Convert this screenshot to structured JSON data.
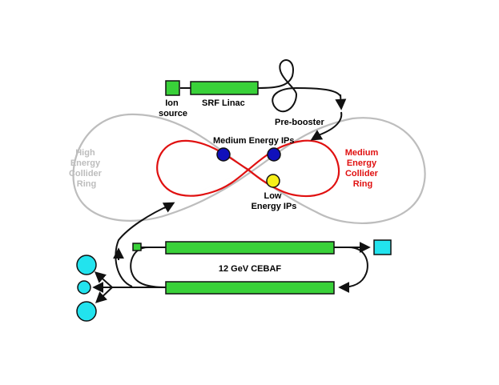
{
  "colors": {
    "green": "#39d139",
    "cyan": "#22e3ee",
    "blue": "#1010bb",
    "yellow": "#f7ef1a",
    "red": "#e01010",
    "gray": "#bdbdbd",
    "black": "#111111"
  },
  "labels": {
    "ion_source": [
      "Ion",
      "source"
    ],
    "srf_linac": "SRF Linac",
    "pre_booster": "Pre-booster",
    "medium_energy_ips": "Medium Energy IPs",
    "low_energy_ips": [
      "Low",
      "Energy IPs"
    ],
    "high_energy_ring": [
      "High",
      "Energy",
      "Collider",
      "Ring"
    ],
    "medium_energy_ring": [
      "Medium",
      "Energy",
      "Collider",
      "Ring"
    ],
    "cebaf": "12 GeV CEBAF"
  }
}
